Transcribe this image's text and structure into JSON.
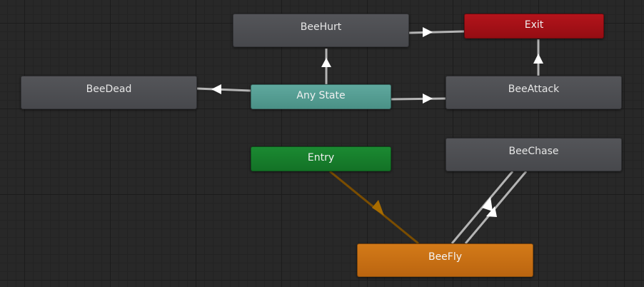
{
  "states": [
    {
      "id": "beehurt",
      "label": "BeeHurt",
      "kind": "state",
      "color": "#4d4e52"
    },
    {
      "id": "exit",
      "label": "Exit",
      "kind": "exit",
      "color": "#a5121a"
    },
    {
      "id": "beedead",
      "label": "BeeDead",
      "kind": "state",
      "color": "#4d4e52"
    },
    {
      "id": "anystate",
      "label": "Any State",
      "kind": "any-state",
      "color": "#55a096"
    },
    {
      "id": "beeattack",
      "label": "BeeAttack",
      "kind": "state",
      "color": "#4d4e52"
    },
    {
      "id": "entry",
      "label": "Entry",
      "kind": "entry",
      "color": "#18802d"
    },
    {
      "id": "beechase",
      "label": "BeeChase",
      "kind": "state",
      "color": "#4d4e52"
    },
    {
      "id": "beefly",
      "label": "BeeFly",
      "kind": "default-state",
      "color": "#c87015"
    }
  ],
  "transitions": [
    {
      "from": "Any State",
      "to": "BeeHurt"
    },
    {
      "from": "Any State",
      "to": "BeeDead"
    },
    {
      "from": "Any State",
      "to": "BeeAttack"
    },
    {
      "from": "BeeHurt",
      "to": "Exit"
    },
    {
      "from": "BeeAttack",
      "to": "Exit"
    },
    {
      "from": "Entry",
      "to": "BeeFly",
      "default": true
    },
    {
      "from": "BeeFly",
      "to": "BeeChase"
    },
    {
      "from": "BeeChase",
      "to": "BeeFly"
    }
  ],
  "colors": {
    "grid_background": "#282828",
    "transition_line": "#b4b4b4",
    "default_transition_line": "#7a4d00"
  }
}
